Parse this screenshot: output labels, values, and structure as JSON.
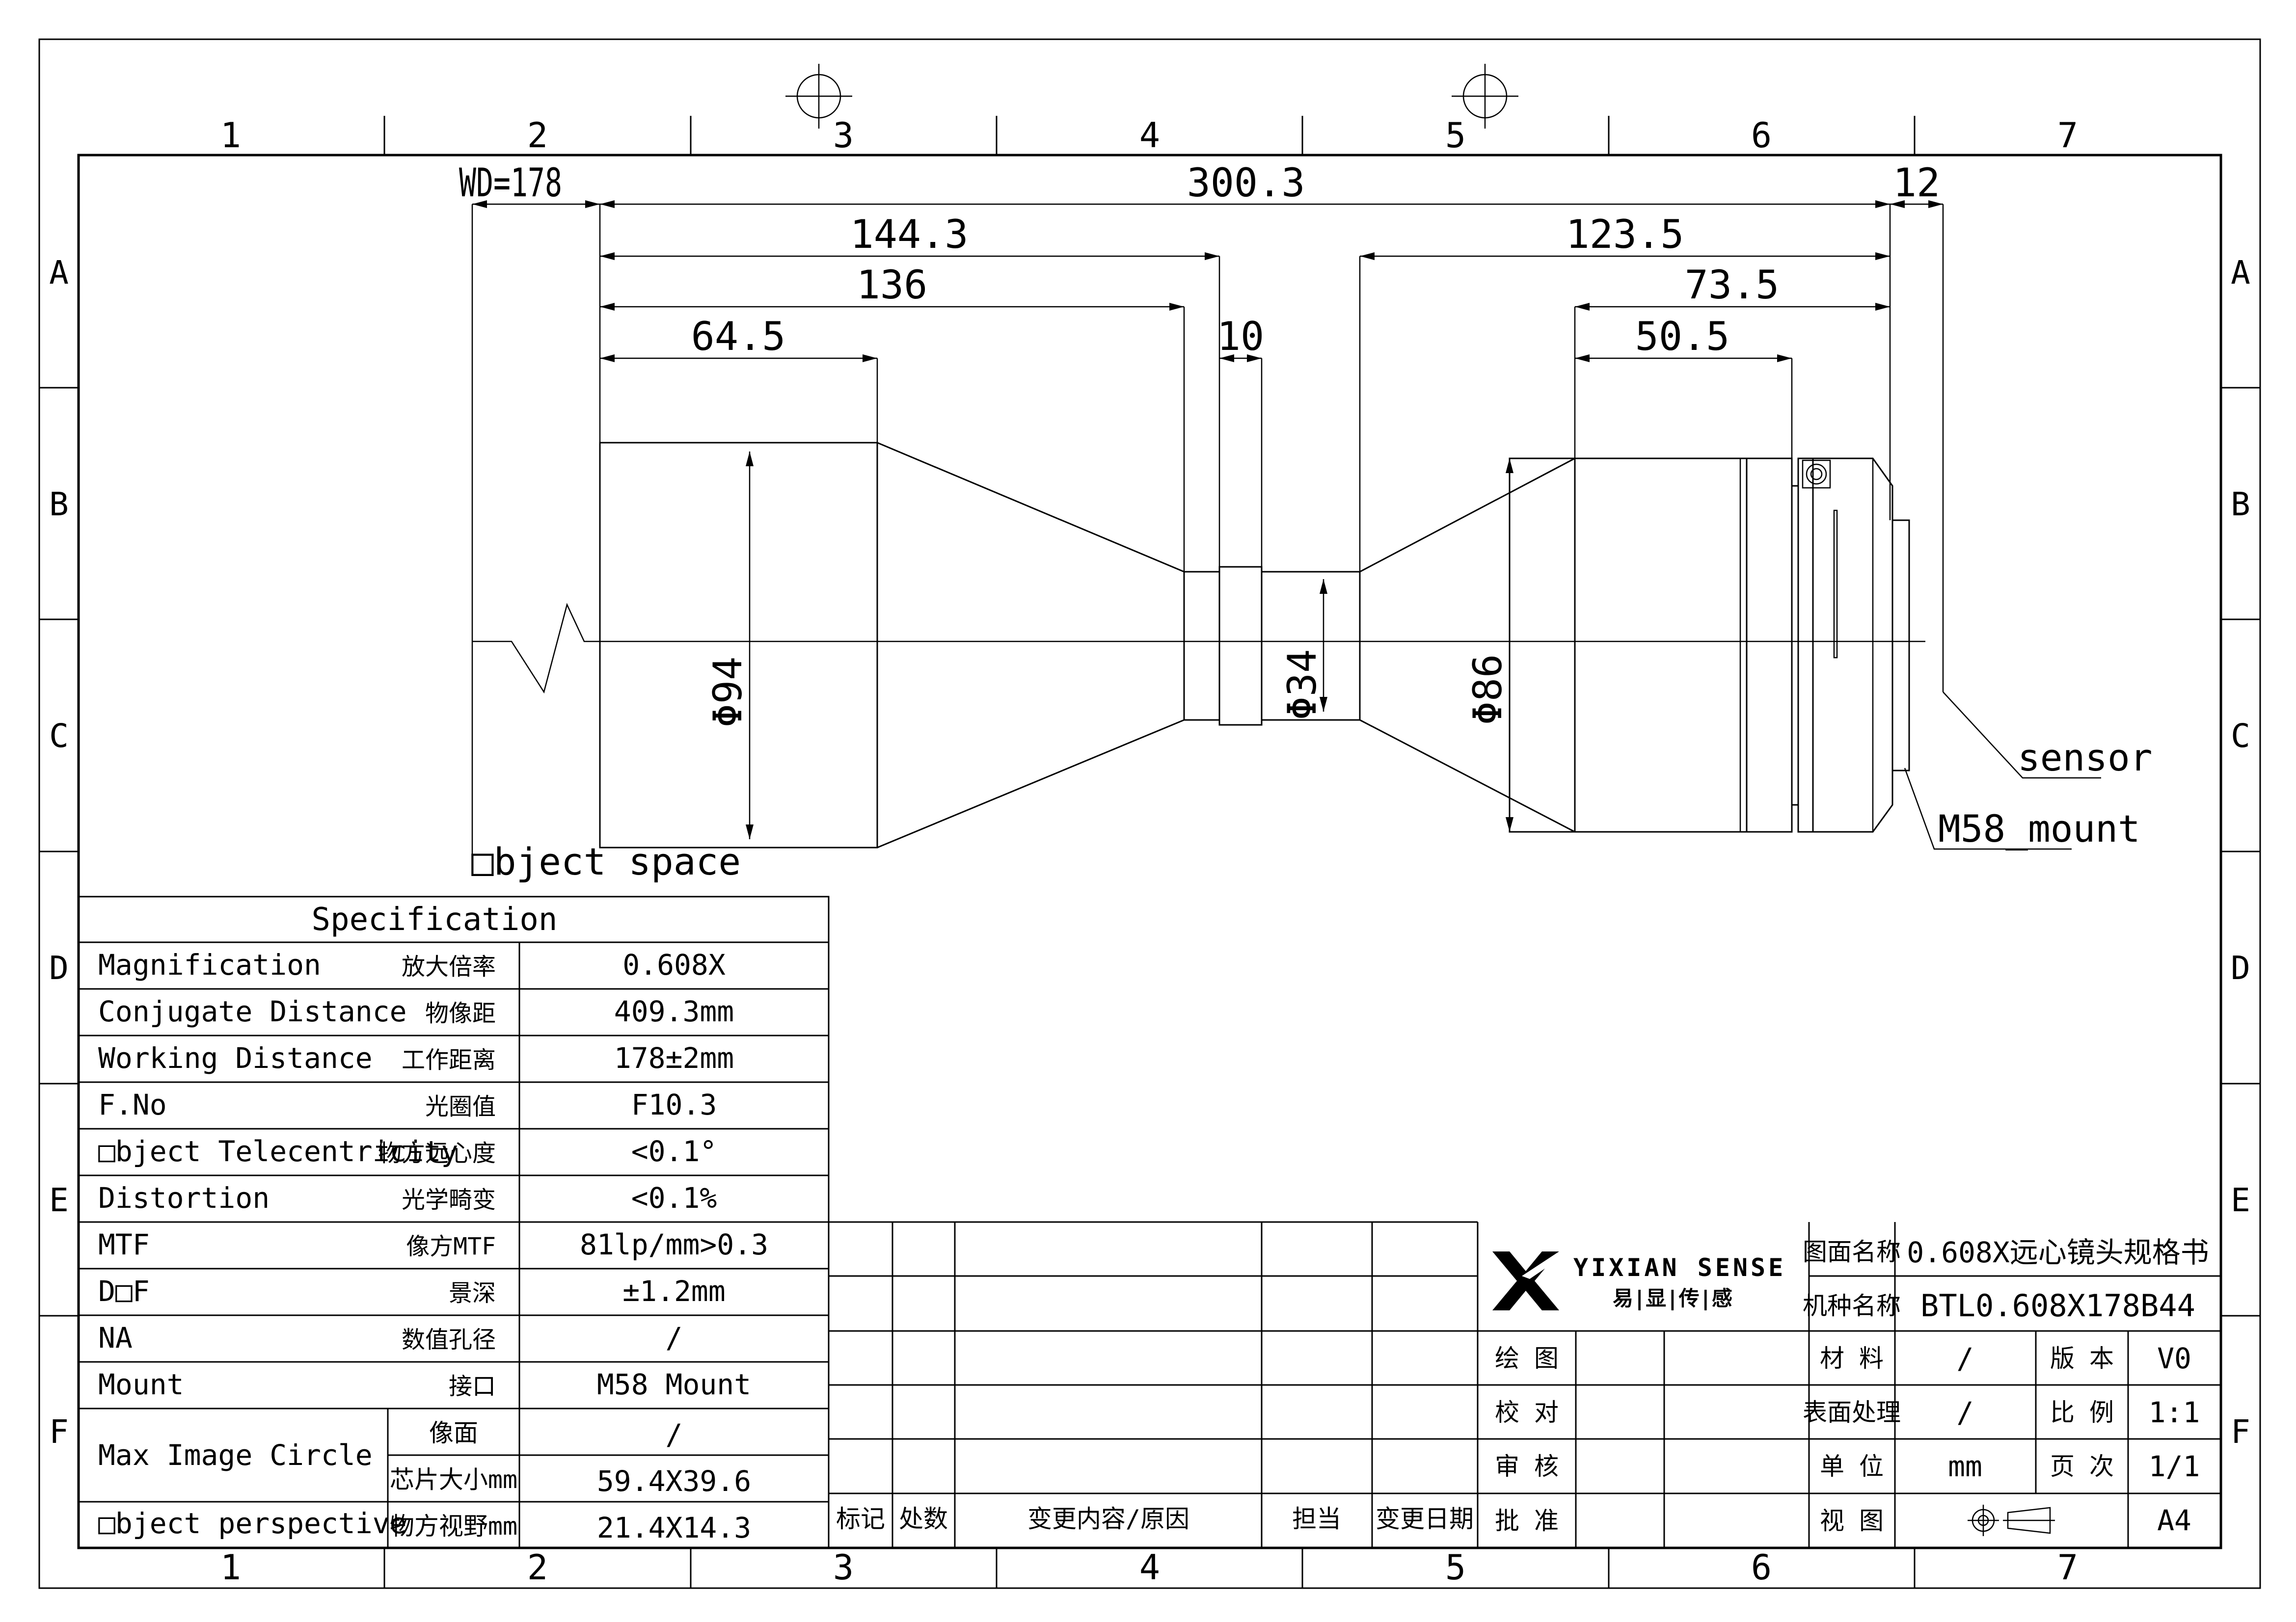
{
  "frame": {
    "columns": [
      "1",
      "2",
      "3",
      "4",
      "5",
      "6",
      "7"
    ],
    "rows": [
      "A",
      "B",
      "C",
      "D",
      "E",
      "F"
    ]
  },
  "dimensions": {
    "wd": "WD=178",
    "total": "300.3",
    "back": "12",
    "d144": "144.3",
    "d123": "123.5",
    "d136": "136",
    "d73": "73.5",
    "d64": "64.5",
    "d50": "50.5",
    "d10": "10",
    "dia94": "Φ94",
    "dia34": "Φ34",
    "dia86": "Φ86"
  },
  "labels": {
    "object_space": "□bject space",
    "sensor": "sensor",
    "mount": "M58_mount"
  },
  "spec": {
    "title": "Specification",
    "rows": [
      {
        "en": "Magnification",
        "cn": "放大倍率",
        "val": "0.608X"
      },
      {
        "en": "Conjugate Distance",
        "cn": "物像距",
        "val": "409.3mm"
      },
      {
        "en": "Working Distance",
        "cn": "工作距离",
        "val": "178±2mm"
      },
      {
        "en": "F.No",
        "cn": "光圈值",
        "val": "F10.3"
      },
      {
        "en": "□bject Telecentricity",
        "cn": "物方远心度",
        "val": "<0.1°"
      },
      {
        "en": "Distortion",
        "cn": "光学畸变",
        "val": "<0.1%"
      },
      {
        "en": "MTF",
        "cn": "像方MTF",
        "val": "81lp/mm>0.3"
      },
      {
        "en": "D□F",
        "cn": "景深",
        "val": "±1.2mm"
      },
      {
        "en": "NA",
        "cn": "数值孔径",
        "val": "/"
      },
      {
        "en": "Mount",
        "cn": "接口",
        "val": "M58 Mount"
      }
    ],
    "mic": {
      "en": "Max Image Circle",
      "cn1": "像面",
      "val1": "/",
      "cn2": "芯片大小mm",
      "val2": "59.4X39.6"
    },
    "op": {
      "en": "□bject perspective",
      "cn": "物方视野mm",
      "val": "21.4X14.3"
    }
  },
  "revision": {
    "headers": [
      "标记",
      "处数",
      "变更内容/原因",
      "担当",
      "变更日期"
    ]
  },
  "titleblock": {
    "brand_en": "YIXIAN SENSE",
    "brand_cn": "易|显|传|感",
    "drawing_name_label": "图面名称",
    "drawing_name": "0.608X远心镜头规格书",
    "model_label": "机种名称",
    "model": "BTL0.608X178B44",
    "left_rows": [
      "绘 图",
      "校 对",
      "审 核",
      "批 准"
    ],
    "material_label": "材 料",
    "material": "/",
    "version_label": "版 本",
    "version": "V0",
    "surface_label": "表面处理",
    "surface": "/",
    "scale_label": "比 例",
    "scale": "1:1",
    "unit_label": "单 位",
    "unit": "mm",
    "page_label": "页 次",
    "page": "1/1",
    "view_label": "视 图",
    "sheet": "A4"
  }
}
